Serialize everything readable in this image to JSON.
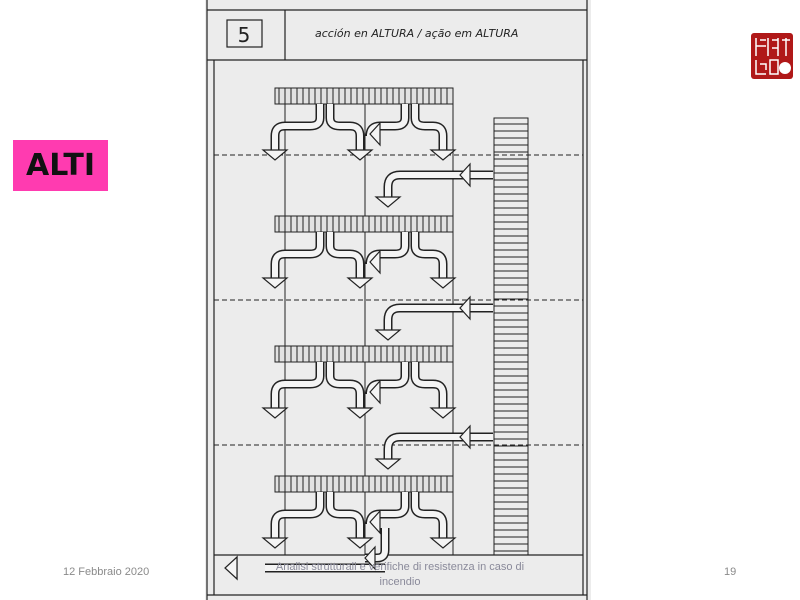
{
  "slide": {
    "badge_label": "ALTI",
    "badge_color": "#ff3bb0",
    "figure": {
      "panel_number": "5",
      "caption": "acción en ALTURA / ação em ALTURA"
    },
    "footer": {
      "date": "12 Febbraio 2020",
      "title": "Analisi strutturali e verifiche di resistenza in caso di incendio",
      "page_number": "19"
    },
    "seal_logo": "seal-logo"
  }
}
